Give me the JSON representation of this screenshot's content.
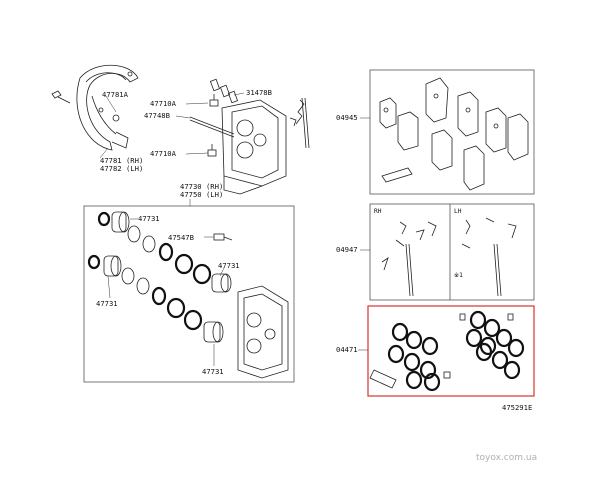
{
  "labels": {
    "p47781a": "47781A",
    "p47781": "47781 (RH)",
    "p47782": "47782 (LH)",
    "p47710a_top": "47710A",
    "p47748b": "47748B",
    "p31478b": "31478B",
    "p47710a_bot": "47710A",
    "p47730": "47730 (RH)",
    "p47750": "47750 (LH)",
    "p47731_a": "47731",
    "p47547b": "47547B",
    "p47731_b": "47731",
    "p47731_c": "47731",
    "p47731_d": "47731",
    "p04945": "04945",
    "p04947": "04947",
    "p04471": "04471",
    "rh": "RH",
    "lh": "LH",
    "note1": "※1",
    "diagram_code": "475291E"
  },
  "watermark": "toyox.com.ua",
  "colors": {
    "highlight_box": "#d9342b",
    "line": "#222222",
    "watermark": "#b0b0b0"
  }
}
